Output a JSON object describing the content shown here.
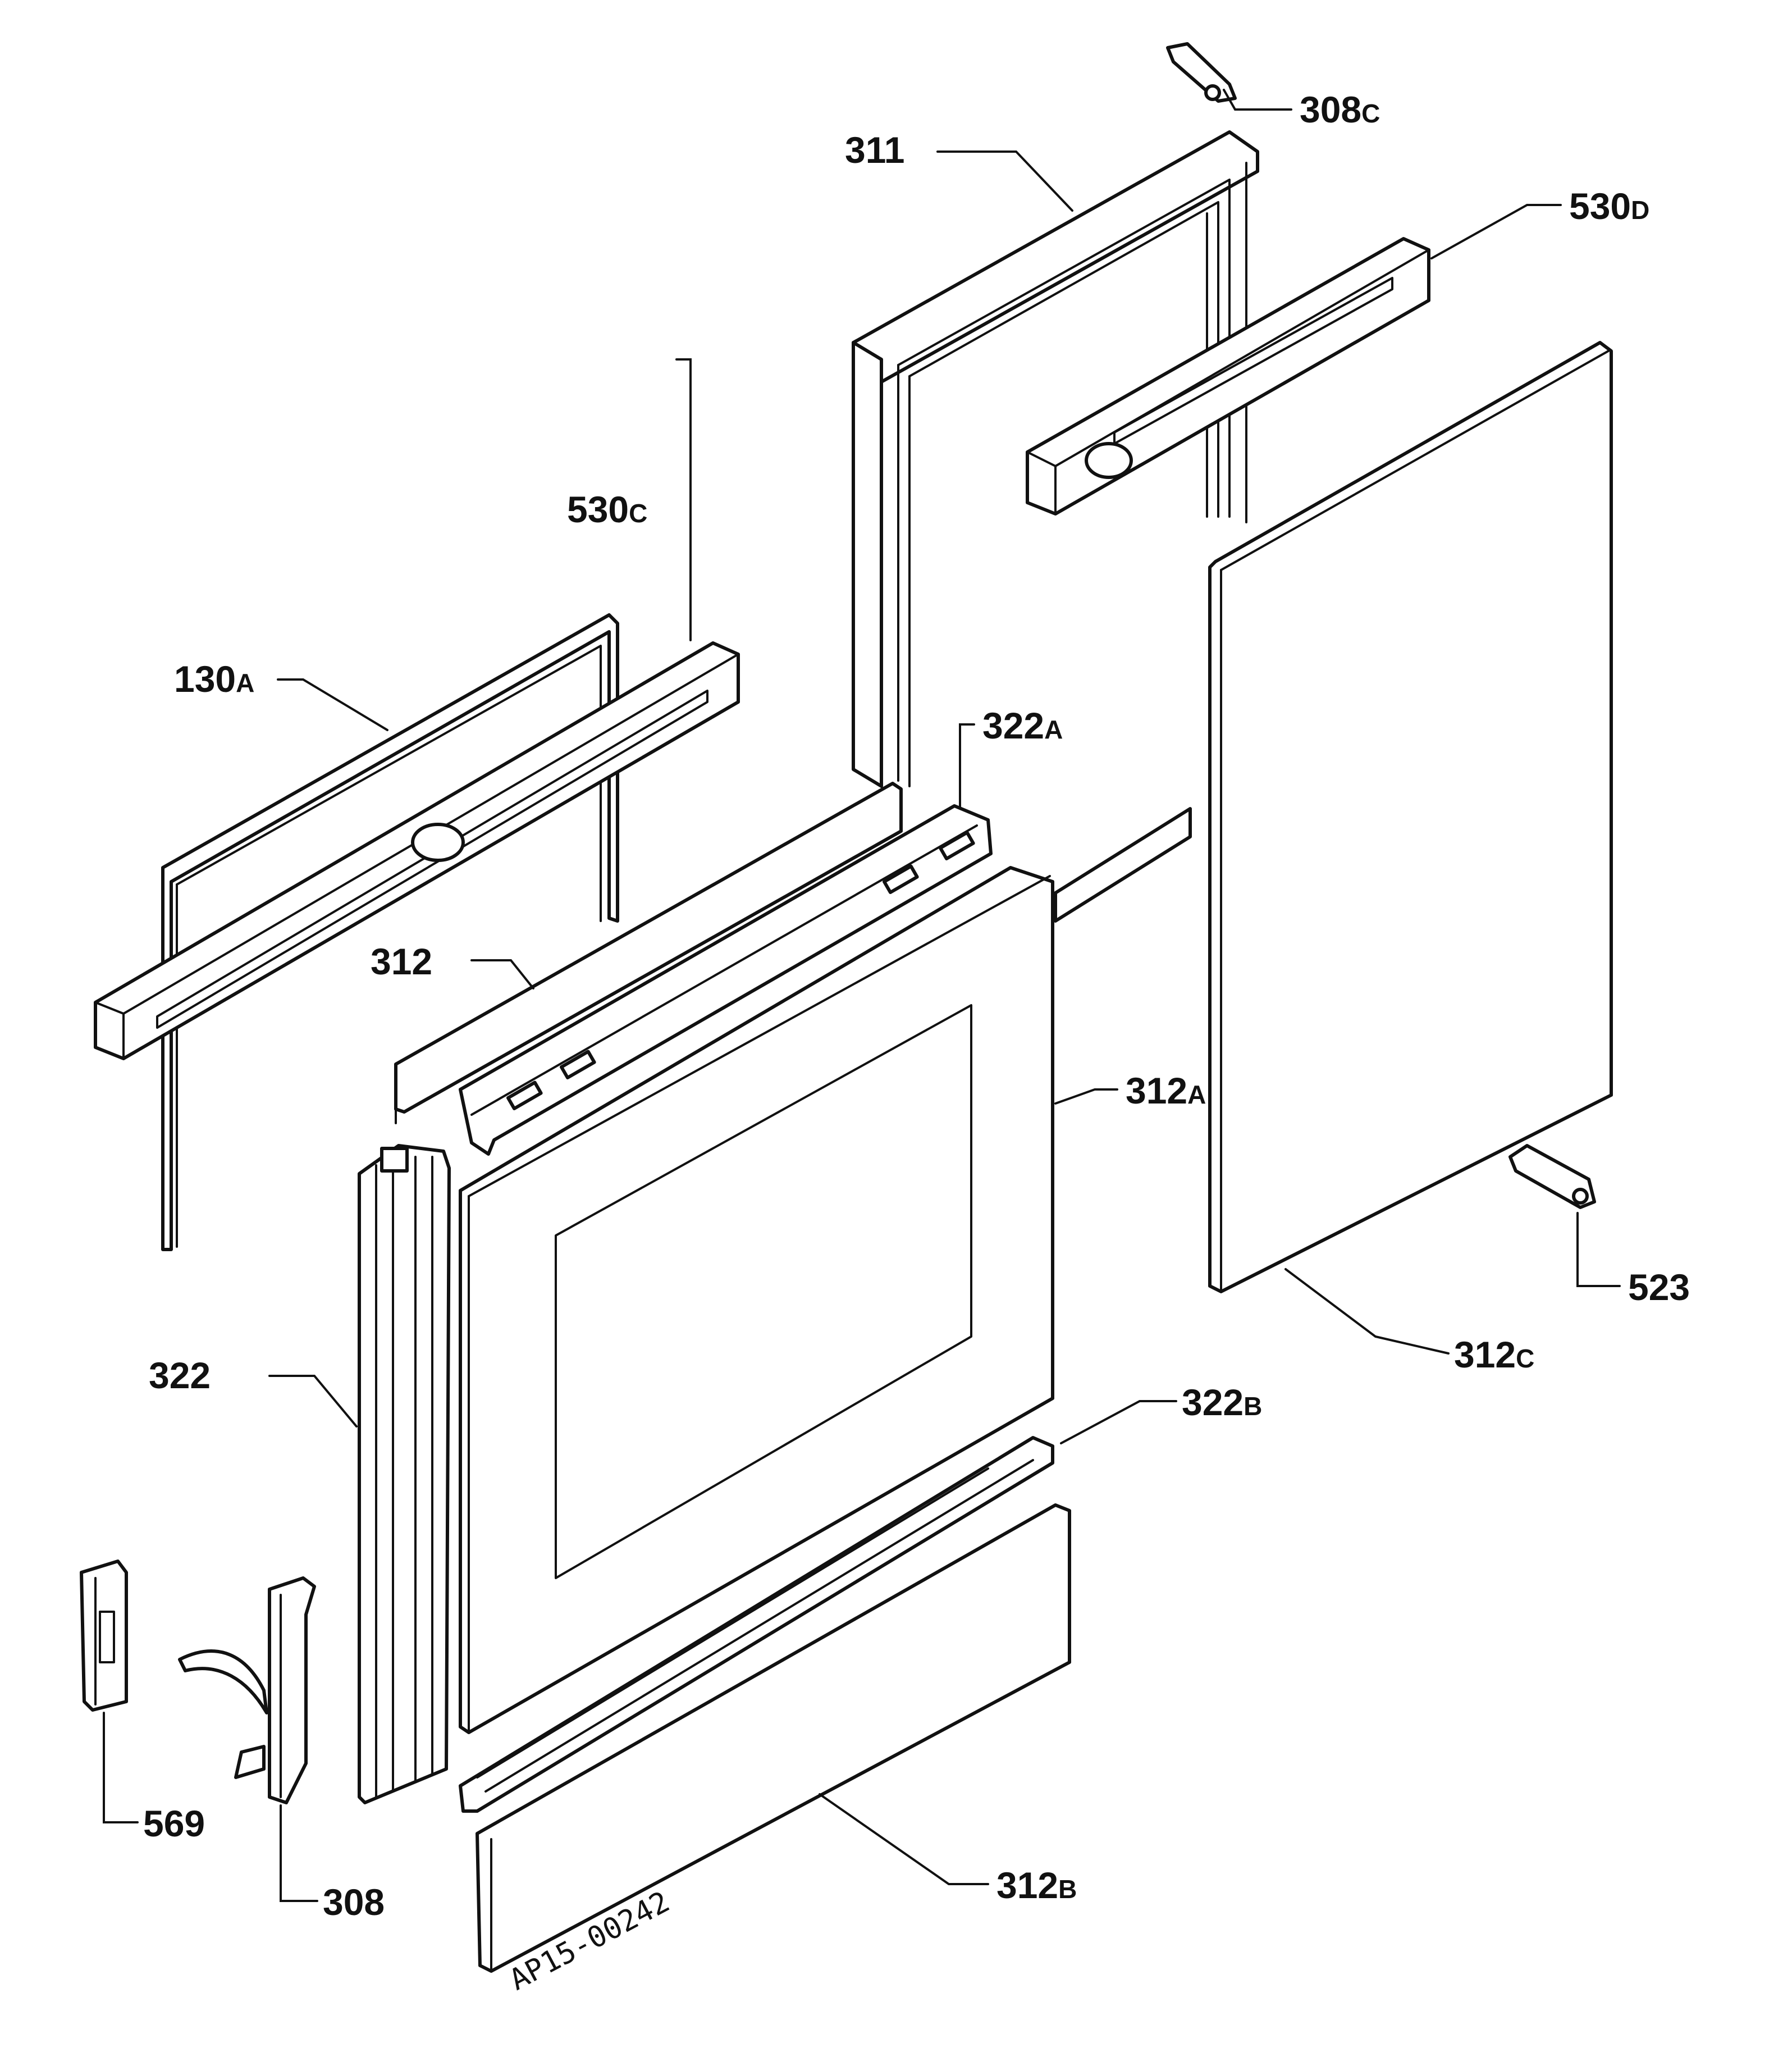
{
  "labels": {
    "l308c": {
      "num": "308",
      "suf": "C"
    },
    "l311": {
      "num": "311",
      "suf": ""
    },
    "l530d": {
      "num": "530",
      "suf": "D"
    },
    "l530c": {
      "num": "530",
      "suf": "C"
    },
    "l130a": {
      "num": "130",
      "suf": "A"
    },
    "l322a": {
      "num": "322",
      "suf": "A"
    },
    "l312": {
      "num": "312",
      "suf": ""
    },
    "l312a": {
      "num": "312",
      "suf": "A"
    },
    "l523": {
      "num": "523",
      "suf": ""
    },
    "l312c": {
      "num": "312",
      "suf": "C"
    },
    "l322": {
      "num": "322",
      "suf": ""
    },
    "l322b": {
      "num": "322",
      "suf": "B"
    },
    "l569": {
      "num": "569",
      "suf": ""
    },
    "l308": {
      "num": "308",
      "suf": ""
    },
    "l312b": {
      "num": "312",
      "suf": "B"
    }
  },
  "drawing_code": "AP15-00242"
}
